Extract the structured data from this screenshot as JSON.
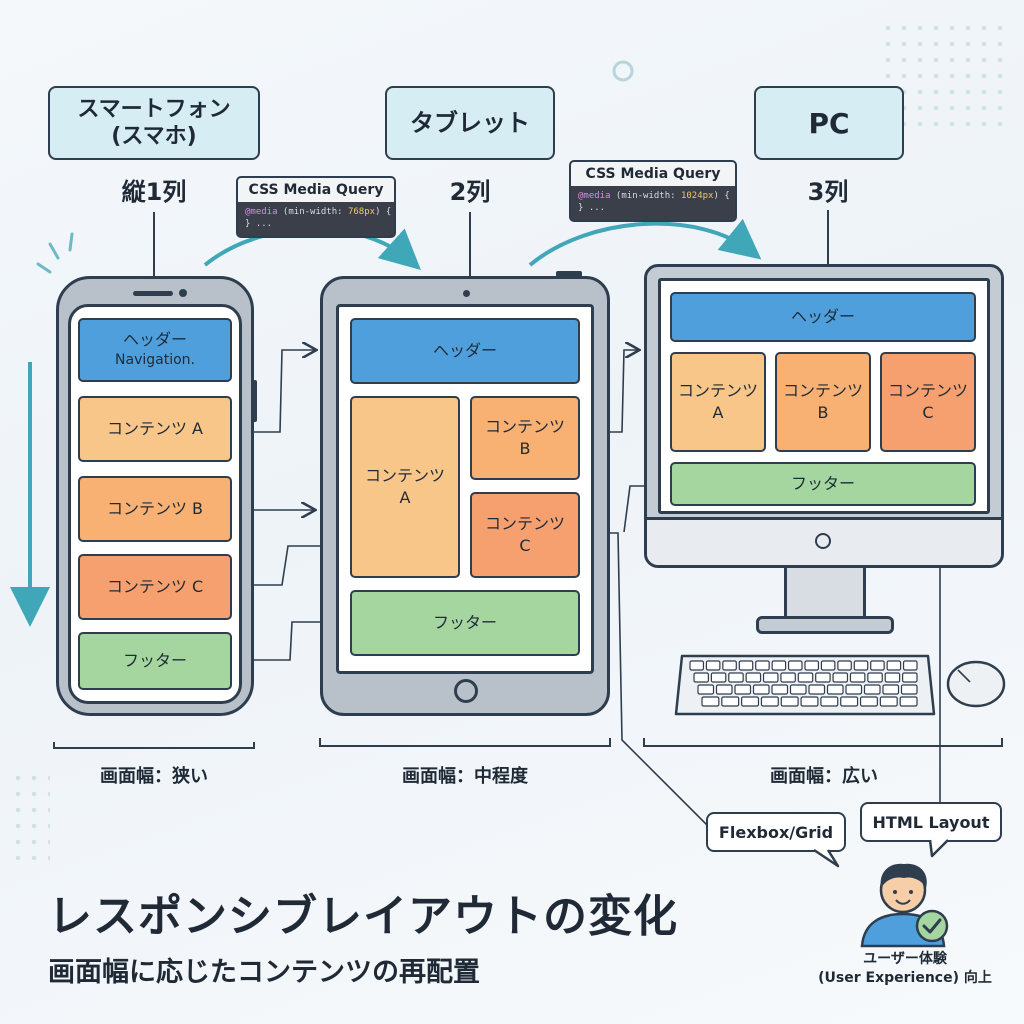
{
  "columns": {
    "smartphone": {
      "title_line1": "スマートフォン",
      "title_line2": "(スマホ)",
      "layout": "縦1列",
      "width_label": "画面幅：狭い"
    },
    "tablet": {
      "title": "タブレット",
      "layout": "2列",
      "width_label": "画面幅：中程度"
    },
    "pc": {
      "title": "PC",
      "layout": "3列",
      "width_label": "画面幅：広い"
    }
  },
  "media_queries": [
    {
      "title": "CSS Media Query",
      "code_kw": "@media",
      "code_pre": " (min-width: ",
      "code_num": "768px",
      "code_post": ") {",
      "code_line2": "} ..."
    },
    {
      "title": "CSS Media Query",
      "code_kw": "@media",
      "code_pre": " (min-width: ",
      "code_num": "1024px",
      "code_post": ") {",
      "code_line2": "} ..."
    }
  ],
  "phone_blocks": {
    "header": "ヘッダー",
    "header_sub": "Navigation.",
    "content_a": "コンテンツ A",
    "content_b": "コンテンツ B",
    "content_c": "コンテンツ C",
    "footer": "フッター"
  },
  "tablet_blocks": {
    "header": "ヘッダー",
    "content_a_line1": "コンテンツ",
    "content_a_line2": "A",
    "content_b_line1": "コンテンツ",
    "content_b_line2": "B",
    "content_c_line1": "コンテンツ",
    "content_c_line2": "C",
    "footer": "フッター"
  },
  "pc_blocks": {
    "header": "ヘッダー",
    "content_a_line1": "コンテンツ",
    "content_a_line2": "A",
    "content_b_line1": "コンテンツ",
    "content_b_line2": "B",
    "content_c_line1": "コンテンツ",
    "content_c_line2": "C",
    "footer": "フッター"
  },
  "bubbles": {
    "flexbox": "Flexbox/Grid",
    "html_layout": "HTML Layout"
  },
  "user": {
    "label_line1": "ユーザー体験",
    "label_line2": "(User Experience) 向上"
  },
  "title": "レスポンシブレイアウトの変化",
  "subtitle": "画面幅に応じたコンテンツの再配置",
  "colors": {
    "header_blue": "#4f9fdc",
    "content_a": "#f9c68a",
    "content_b": "#f8b073",
    "content_c": "#f6a06f",
    "footer_green": "#a5d69f",
    "accent_teal": "#3fa7b8",
    "outline": "#2f3e4e"
  },
  "icons": [
    "smartphone-icon",
    "tablet-icon",
    "desktop-monitor-icon",
    "keyboard-icon",
    "mouse-icon",
    "user-avatar-icon",
    "check-icon"
  ]
}
